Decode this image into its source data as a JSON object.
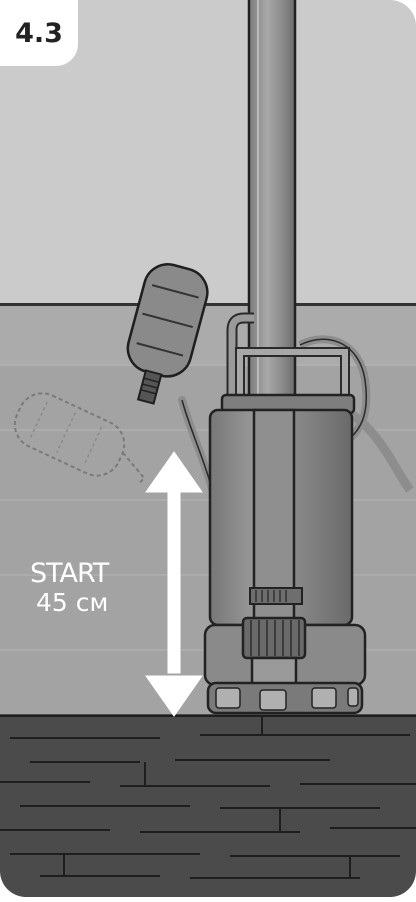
{
  "step_number": "4.3",
  "start_label": {
    "title": "START",
    "distance": "45 см"
  },
  "colors": {
    "background_wall": "#c8c8c8",
    "water": "#9e9e9e",
    "floor": "#4a4a4a",
    "pump_body": "#8a8a8a",
    "arrow": "#ffffff",
    "outline": "#2a2a2a"
  },
  "icons": [
    "float-switch-icon",
    "pump-icon",
    "double-arrow-icon",
    "discharge-pipe-icon"
  ]
}
